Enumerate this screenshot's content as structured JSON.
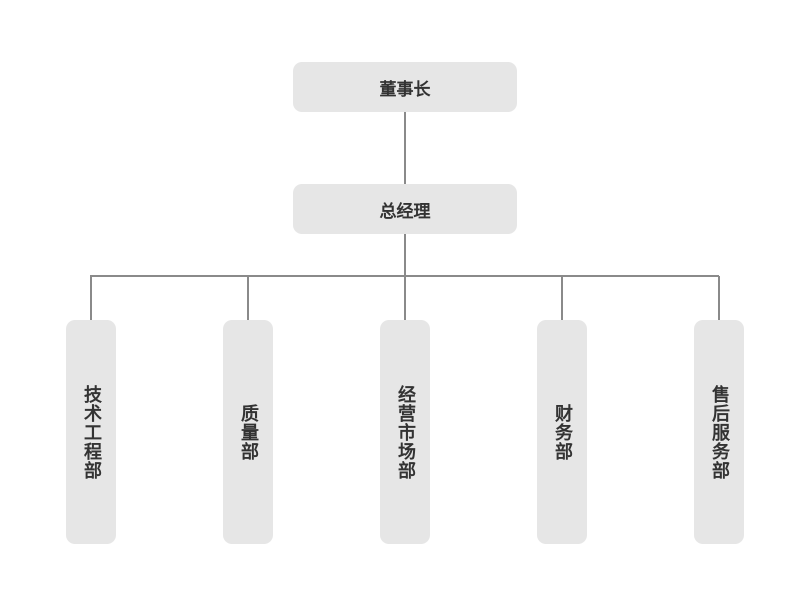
{
  "org_chart": {
    "chairman": "董事长",
    "general_manager": "总经理",
    "departments": [
      "技术工程部",
      "质量部",
      "经营市场部",
      "财务部",
      "售后服务部"
    ]
  },
  "colors": {
    "box_fill": "#e6e6e6",
    "connector": "#8a8a8a",
    "text": "#333333"
  }
}
